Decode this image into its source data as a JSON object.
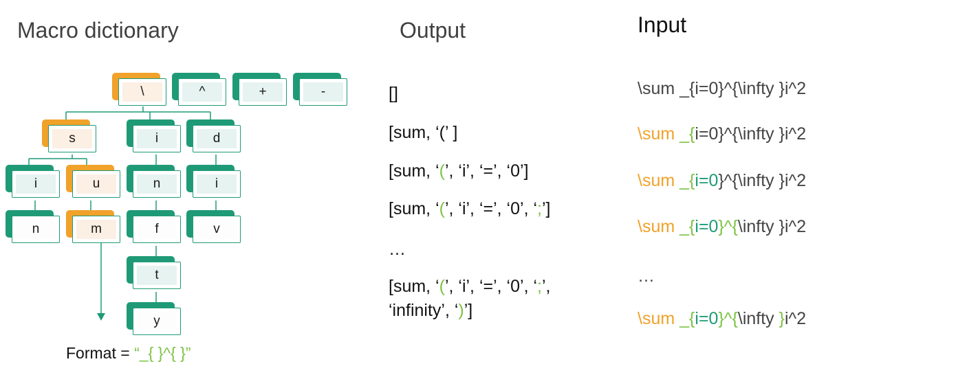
{
  "headings": {
    "macro": "Macro dictionary",
    "output": "Output",
    "input": "Input"
  },
  "nodes": {
    "backslash": "\\",
    "caret": "^",
    "plus": "+",
    "minus": "-",
    "s": "s",
    "i": "i",
    "d": "d",
    "s_i": "i",
    "u": "u",
    "n": "n",
    "d_i": "i",
    "s_n": "n",
    "m": "m",
    "f": "f",
    "v": "v",
    "t": "t",
    "y": "y"
  },
  "format": {
    "label": "Format = ",
    "value": "“_{ }^{ }”"
  },
  "output": {
    "l1": "[]",
    "l2": "[sum, ‘(’ ]",
    "l3": {
      "a": "[sum, ‘",
      "b": "(",
      "c": "’, ‘i’, ‘=’, ‘0’]"
    },
    "l4": {
      "a": "[sum, ‘",
      "b": "(",
      "c": "’, ‘i’, ‘=’, ‘0’, ‘",
      "d": ";",
      "e": "’]"
    },
    "l5": "…",
    "l6": {
      "a": "[sum, ‘",
      "b": "(",
      "c": "’, ‘i’, ‘=’, ‘0’, ‘",
      "d": ";",
      "e": "’,"
    },
    "l7": {
      "a": "‘infinity’, ‘",
      "b": ")",
      "c": "’]"
    }
  },
  "input": {
    "l1": "\\sum _{i=0}^{\\infty }i^2",
    "l2": {
      "a": "\\sum ",
      "b": "_{",
      "c": "i=0}^{\\infty }i^2"
    },
    "l3": {
      "a": "\\sum ",
      "b": "_{",
      "c": "i=0",
      "d": "}^{\\infty }i^2"
    },
    "l4": {
      "a": "\\sum ",
      "b": "_{",
      "c": "i=0",
      "d": "}^{",
      "e": "\\infty }i^2"
    },
    "l5": "…",
    "l6": {
      "a": "\\sum ",
      "b": "_{",
      "c": "i=0",
      "d": "}^{",
      "e": "\\infty ",
      "f": "}",
      "g": "i^2"
    }
  },
  "colors": {
    "teal": "#1f9a76",
    "orange": "#f0a22a",
    "green": "#7cc242",
    "text": "#404040"
  }
}
